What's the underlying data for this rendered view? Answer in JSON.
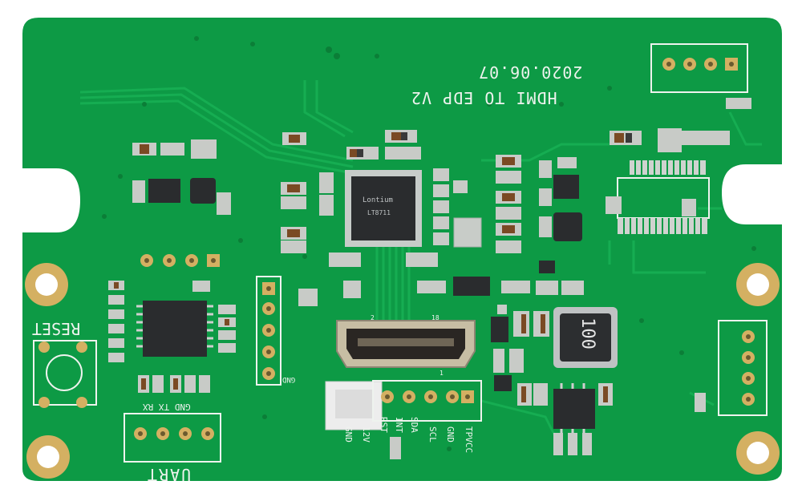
{
  "board": {
    "title_line1": "2020.06.07",
    "title_line2": "HDMI TO EDP  V2",
    "colors": {
      "pcb": "#0d9a45",
      "pcb_edge": "#0a8a3d",
      "trace": "#12a94f",
      "gold": "#d4b062",
      "silk": "#eef3ee"
    }
  },
  "labels": {
    "reset": "RESET",
    "uart": "UART",
    "uart_pins": "GND  TX  RX",
    "gnd_side": "GND",
    "inductor": "100",
    "chip_brand": "Lontium",
    "chip_part": "LT8711",
    "pin_label_2": "2",
    "pin_label_18": "18",
    "pin_label_1": "1"
  },
  "connector_labels": [
    "GND",
    "12V",
    "RST",
    "INT",
    "SDA",
    "SCL",
    "GND",
    "TPVCC"
  ]
}
